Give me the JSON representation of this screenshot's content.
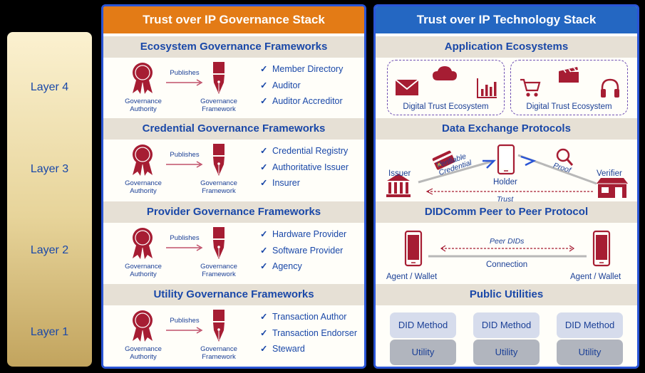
{
  "layers": [
    "Layer 4",
    "Layer 3",
    "Layer 2",
    "Layer 1"
  ],
  "governance": {
    "title": "Trust over IP Governance Stack",
    "sections": [
      {
        "header": "Ecosystem Governance Frameworks",
        "authority": "Governance Authority",
        "publishes": "Publishes",
        "framework": "Governance Framework",
        "items": [
          "Member Directory",
          "Auditor",
          "Auditor Accreditor"
        ]
      },
      {
        "header": "Credential Governance Frameworks",
        "authority": "Governance Authority",
        "publishes": "Publishes",
        "framework": "Governance Framework",
        "items": [
          "Credential Registry",
          "Authoritative Issuer",
          "Insurer"
        ]
      },
      {
        "header": "Provider Governance Frameworks",
        "authority": "Governance Authority",
        "publishes": "Publishes",
        "framework": "Governance Framework",
        "items": [
          "Hardware Provider",
          "Software Provider",
          "Agency"
        ]
      },
      {
        "header": "Utility Governance Frameworks",
        "authority": "Governance Authority",
        "publishes": "Publishes",
        "framework": "Governance Framework",
        "items": [
          "Transaction Author",
          "Transaction Endorser",
          "Steward"
        ]
      }
    ]
  },
  "technology": {
    "title": "Trust over IP Technology Stack",
    "application": {
      "header": "Application Ecosystems",
      "ecosystems": [
        "Digital Trust Ecosystem",
        "Digital Trust Ecosystem"
      ]
    },
    "exchange": {
      "header": "Data Exchange Protocols",
      "issuer": "Issuer",
      "holder": "Holder",
      "verifier": "Verifier",
      "credential_line1": "Verifiable",
      "credential_line2": "Credential",
      "proof": "Proof",
      "trust": "Trust"
    },
    "didcomm": {
      "header": "DIDComm Peer to Peer Protocol",
      "peer_dids": "Peer DIDs",
      "connection": "Connection",
      "agent_left": "Agent / Wallet",
      "agent_right": "Agent / Wallet"
    },
    "utilities": {
      "header": "Public Utilities",
      "did_method": "DID Method",
      "utility": "Utility"
    }
  },
  "check_mark": "✓",
  "colors": {
    "gov_accent": "#e37b16",
    "tech_accent": "#2467c2",
    "border": "#2a55d6",
    "icon_red": "#a61d33",
    "text_blue": "#1a48a8"
  }
}
